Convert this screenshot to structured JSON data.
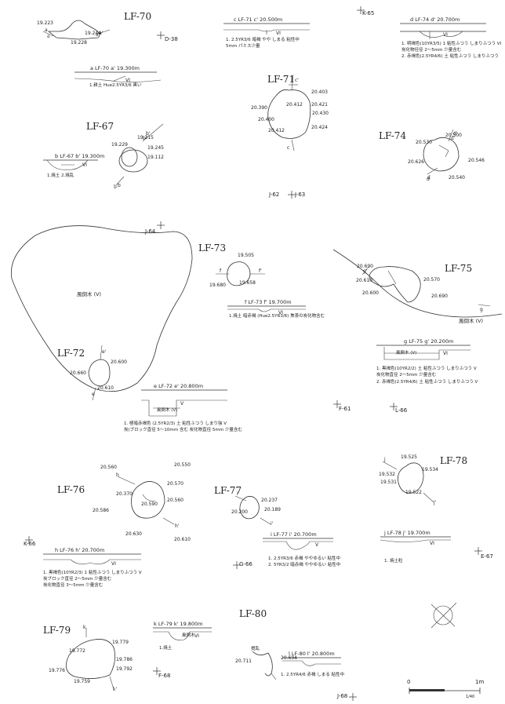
{
  "features": [
    {
      "id": "LF-70",
      "label": "LF-70"
    },
    {
      "id": "LF-71",
      "label": "LF-71"
    },
    {
      "id": "LF-74",
      "label": "LF-74"
    },
    {
      "id": "LF-67",
      "label": "LF-67"
    },
    {
      "id": "LF-73",
      "label": "LF-73"
    },
    {
      "id": "LF-75",
      "label": "LF-75"
    },
    {
      "id": "LF-72",
      "label": "LF-72"
    },
    {
      "id": "LF-76",
      "label": "LF-76"
    },
    {
      "id": "LF-77",
      "label": "LF-77"
    },
    {
      "id": "LF-78",
      "label": "LF-78"
    },
    {
      "id": "LF-79",
      "label": "LF-79"
    },
    {
      "id": "LF-80",
      "label": "LF-80"
    }
  ],
  "elevations": [
    "19.223",
    "19.244",
    "19.228",
    "20.403",
    "20.390",
    "20.412",
    "20.421",
    "20.430",
    "20.400",
    "20.412",
    "20.424",
    "19.215",
    "19.229",
    "19.245",
    "19.112",
    "20.530",
    "20.500",
    "20.626",
    "20.540",
    "20.546",
    "19.505",
    "19.680",
    "19.658",
    "20.690",
    "20.610",
    "20.570",
    "20.600",
    "20.690",
    "20.600",
    "20.660",
    "20.610",
    "20.560",
    "20.550",
    "20.370",
    "20.570",
    "20.586",
    "20.590",
    "20.560",
    "20.630",
    "20.610",
    "20.237",
    "20.200",
    "20.189",
    "19.525",
    "19.532",
    "19.534",
    "19.531",
    "19.522",
    "19.772",
    "19.779",
    "19.786",
    "19.776",
    "19.792",
    "19.759",
    "20.711",
    "20.694"
  ],
  "section_lines": [
    {
      "text": "a  LF-70  a' 19.300m"
    },
    {
      "text": "c  LF-71  c' 20.500m"
    },
    {
      "text": "d  LF-74  d' 20.700m"
    },
    {
      "text": "b  LF-67  b' 19.300m"
    },
    {
      "text": "f  LF-73  f' 19.700m"
    },
    {
      "text": "g  LF-75  g' 20.200m"
    },
    {
      "text": "e  LF-72  e' 20.800m"
    },
    {
      "text": "h  LF-76  h' 20.700m"
    },
    {
      "text": "i  LF-77  i' 20.700m"
    },
    {
      "text": "j  LF-78  j' 19.700m"
    },
    {
      "text": "k  LF-79  k' 19.800m"
    },
    {
      "text": "l  LF-80  l' 20.800m"
    }
  ],
  "section_markers": [
    "a",
    "a'",
    "b",
    "b'",
    "c",
    "c'",
    "d",
    "d'",
    "f",
    "f'",
    "e",
    "e'",
    "g",
    "g'",
    "h",
    "h'",
    "i",
    "i'",
    "j",
    "j'",
    "k",
    "k'"
  ],
  "notes": [
    "1. 2.5YR3/6 暗褐  やや しまる  粘性中",
    "   5mm パミス少量",
    "1.耕土  Hue2.5YR3/6  黒い",
    "1. 明褐色(10YR3/5)  1  粘性ふつう  しまりふつう VI",
    "   炭化物径径 2～5mm 少量含む",
    "2. 赤褐色(2.5YR4/6)  土  粘性ふつう  しまりふつう",
    "1.焼土  2.焼乱",
    "1.焼土  暗赤褐 (Hue2.5YR3/6)  焦茶の炭化物含む",
    "1. 黒褐色(10YR2/2)  土  粘性ふつう  しまりふつう V",
    "   炭化物直径 2～5mm 少量含む",
    "2. 赤褐色(2.5YR4/6)  土  粘性ふつう  しまりふつう V",
    "1. 極暗赤褐色 (2.5YR2/3)  土  粘性ふつう しまり強  V",
    "   炭(ブロック直径 5～10mm 含む  炭化物直径 5mm 少量含む",
    "1. 2.5YR3/6 赤褐  ややゆるい  粘性中",
    "2. 5YR3/2 暗赤褐  ややゆるい  粘性中",
    "1. 焼土粒",
    "1. 黒褐色(10YR2/3)  1  粘性ふつう しまりふつう V",
    "   炭ブロック直径 2～5mm 少量含む",
    "   炭化物直径 3～5mm 少量含む",
    "1.焼土",
    "1. 2.5YR4/6 赤褐  しまる  粘性中"
  ],
  "roots": [
    "風倒木 (V)",
    "風倒木 (V)",
    "風倒木 (V)",
    "風倒木 (V)",
    "風倒木",
    "撹乱"
  ],
  "grid_points": [
    "K-65",
    "D-38",
    "J-62",
    "J-63",
    "J-64",
    "F-61",
    "L-66",
    "K-66",
    "G-66",
    "E-67",
    "F-68",
    "J-68"
  ],
  "scale": {
    "zero": "0",
    "end": "1m",
    "sub": "1/40"
  },
  "layer_codes": [
    "VI",
    "VI",
    "VI",
    "V",
    "VI",
    "VI",
    "VI",
    "VI",
    "V",
    "VI",
    "VI"
  ]
}
